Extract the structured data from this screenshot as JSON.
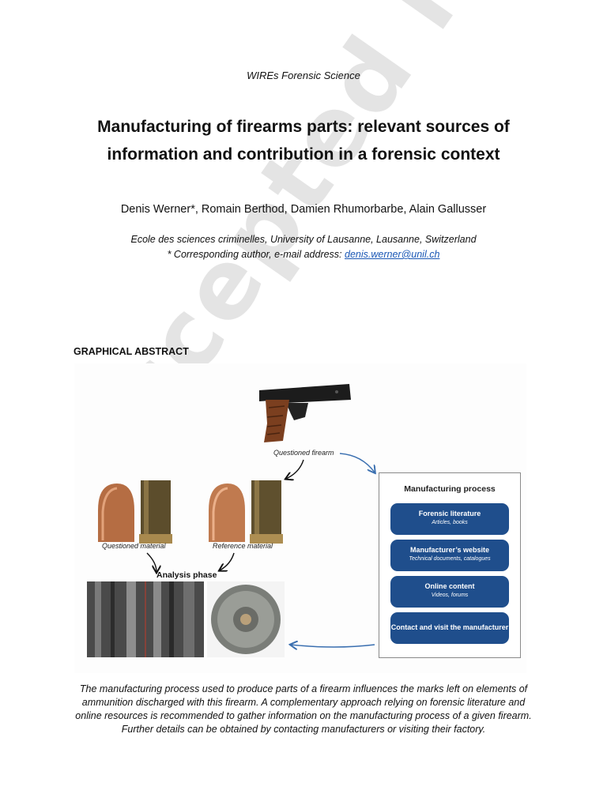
{
  "watermark": "Accepted Manuscript",
  "journal": "WIREs Forensic Science",
  "title": "Manufacturing of firearms parts: relevant sources of information and contribution in a forensic context",
  "authors": "Denis Werner*, Romain Berthod, Damien Rhumorbarbe, Alain Gallusser",
  "affiliation": "Ecole des sciences criminelles, University of Lausanne, Lausanne, Switzerland",
  "corresponding_prefix": "* Corresponding author, e-mail address: ",
  "email": "denis.werner@unil.ch",
  "graphical_abstract_heading": "GRAPHICAL ABSTRACT",
  "figure": {
    "questioned_firearm": "Questioned firearm",
    "questioned_material": "Questioned material",
    "reference_material": "Reference material",
    "analysis_phase": "Analysis phase",
    "manufacturing_process": {
      "title": "Manufacturing process",
      "items": [
        {
          "label": "Forensic literature",
          "sub": "Articles, books"
        },
        {
          "label": "Manufacturer’s website",
          "sub": "Technical documents, catalogues"
        },
        {
          "label": "Online content",
          "sub": "Videos, forums"
        },
        {
          "label": "Contact and visit the manufacturer",
          "sub": ""
        }
      ]
    },
    "colors": {
      "pill": "#1f4e8c",
      "arrow_blue": "#3a6fb0"
    }
  },
  "abstract_text": "The manufacturing process used to produce parts of a firearm influences the marks left on elements of ammunition discharged with this firearm. A complementary approach relying on forensic literature and online resources is recommended to gather information on the manufacturing process of a given firearm. Further details can be obtained by contacting manufacturers or visiting their factory."
}
